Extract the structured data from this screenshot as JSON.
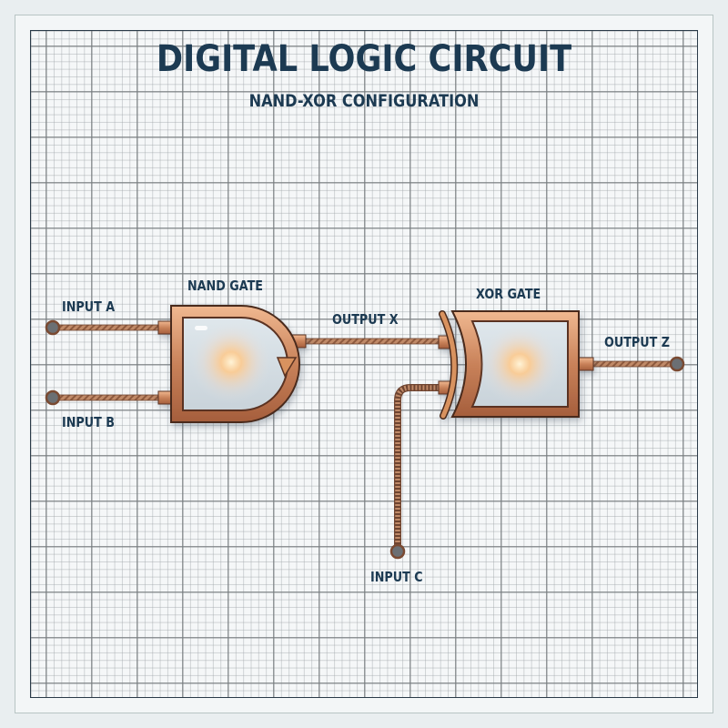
{
  "title": "DIGITAL LOGIC CIRCUIT",
  "subtitle": "NAND-XOR CONFIGURATION",
  "colors": {
    "title_text": "#1c3a52",
    "copper": "#c9825a",
    "copper_dark": "#8a4a2e",
    "copper_light": "#f0b890",
    "terminal_fill": "#6b6f73",
    "glow": "#ffd9a0",
    "grid_background": "#f5f7f8"
  },
  "labels": {
    "input_a": "INPUT A",
    "input_b": "INPUT B",
    "input_c": "INPUT C",
    "nand_gate": "NAND GATE",
    "xor_gate": "XOR GATE",
    "output_x": "OUTPUT X",
    "output_z": "OUTPUT Z"
  },
  "components": [
    {
      "id": "nand",
      "type": "NAND gate",
      "inputs": [
        "INPUT A",
        "INPUT B"
      ],
      "output": "OUTPUT X"
    },
    {
      "id": "xor",
      "type": "XOR gate",
      "inputs": [
        "OUTPUT X",
        "INPUT C"
      ],
      "output": "OUTPUT Z"
    }
  ],
  "connections": [
    {
      "from": "INPUT A",
      "to": "NAND GATE"
    },
    {
      "from": "INPUT B",
      "to": "NAND GATE"
    },
    {
      "from": "NAND GATE",
      "to": "XOR GATE",
      "label": "OUTPUT X"
    },
    {
      "from": "INPUT C",
      "to": "XOR GATE"
    },
    {
      "from": "XOR GATE",
      "to": "OUTPUT Z"
    }
  ]
}
